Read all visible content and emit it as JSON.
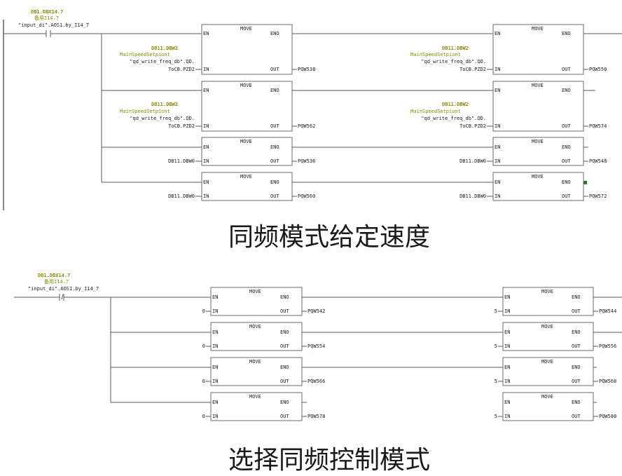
{
  "move_label": "MOVE",
  "en_label": "EN",
  "eno_label": "ENO",
  "in_label": "IN",
  "out_label": "OUT",
  "network1": {
    "contact": {
      "address": "DB1.DBX14.7",
      "comment": "备用I14.7",
      "symbol": "\"input_di\".AOS1.by_I14_7"
    },
    "rows": [
      {
        "left": {
          "in_addr": "DB11.DBW2",
          "in_sym": "MainSpeedSetpiont",
          "in_path1": "\"qd_write_freq_db\".QD.",
          "in_path2": "ToCB.PZD2",
          "out": "PQW538"
        },
        "right": {
          "in_addr": "DB11.DBW2",
          "in_sym": "MainSpeedSetpiont",
          "in_path1": "\"qd_write_freq_db\".QD.",
          "in_path2": "ToCB.PZD2",
          "out": "PQW550"
        }
      },
      {
        "left": {
          "in_addr": "DB11.DBW2",
          "in_sym": "MainSpeedSetpiont",
          "in_path1": "\"qd_write_freq_db\".QD.",
          "in_path2": "ToCB.PZD2",
          "out": "PQW562"
        },
        "right": {
          "in_addr": "DB11.DBW2",
          "in_sym": "MainSpeedSetpiont",
          "in_path1": "\"qd_write_freq_db\".QD.",
          "in_path2": "ToCB.PZD2",
          "out": "PQW574"
        }
      },
      {
        "left": {
          "in_path2": "DB11.DBW0",
          "out": "PQW536"
        },
        "right": {
          "in_path2": "DB11.DBW0",
          "out": "PQW548"
        }
      },
      {
        "left": {
          "in_path2": "DB11.DBW0",
          "out": "PQW560"
        },
        "right": {
          "in_path2": "DB11.DBW0",
          "out": "PQW572"
        }
      }
    ]
  },
  "caption1": "同频模式给定速度",
  "network2": {
    "contact": {
      "address": "DB1.DBX14.7",
      "comment": "备用I14.7",
      "symbol": "\"input_di\".AOS1.by_I14_7"
    },
    "rows": [
      {
        "left": {
          "in_path2": "0",
          "out": "PQW542"
        },
        "right": {
          "in_path2": "5",
          "out": "PQW544"
        }
      },
      {
        "left": {
          "in_path2": "0",
          "out": "PQW554"
        },
        "right": {
          "in_path2": "5",
          "out": "PQW556"
        }
      },
      {
        "left": {
          "in_path2": "0",
          "out": "PQW566"
        },
        "right": {
          "in_path2": "5",
          "out": "PQW568"
        }
      },
      {
        "left": {
          "in_path2": "0",
          "out": "PQW578"
        },
        "right": {
          "in_path2": "5",
          "out": "PQW580"
        }
      }
    ]
  },
  "caption2": "选择同频控制模式"
}
